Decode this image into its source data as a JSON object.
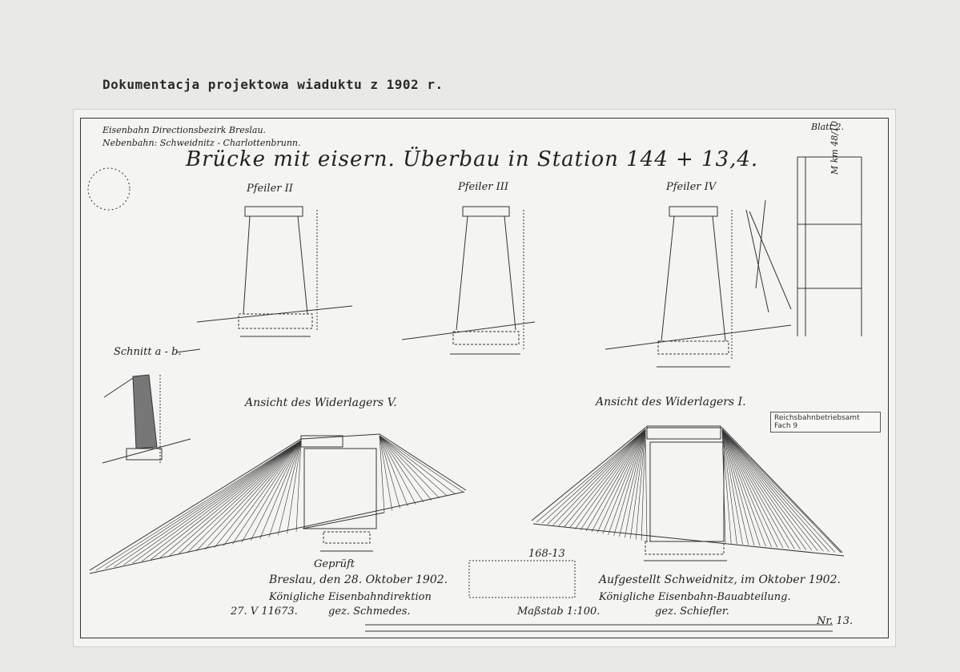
{
  "caption": "Dokumentacja projektowa wiaduktu z 1902 r.",
  "sheet": {
    "district": "Eisenbahn Directionsbezirk Breslau.",
    "line": "Nebenbahn: Schweidnitz - Charlottenbrunn.",
    "sheet_no": "Blatt 2.",
    "title": "Brücke mit eisern. Überbau in Station 144 + 13,4."
  },
  "piers": [
    {
      "label": "Pfeiler II"
    },
    {
      "label": "Pfeiler III"
    },
    {
      "label": "Pfeiler IV"
    }
  ],
  "section_label": "Schnitt a - b.",
  "abutments": [
    {
      "label": "Ansicht des Widerlagers V."
    },
    {
      "label": "Ansicht des Widerlagers I."
    }
  ],
  "footer_left": {
    "checked": "Geprüft",
    "place_date": "Breslau, den 28. Oktober 1902.",
    "office": "Königliche Eisenbahndirektion",
    "signed": "gez. Schmedes.",
    "ref": "27. V 11673."
  },
  "footer_right": {
    "prepared": "Aufgestellt Schweidnitz, im Oktober 1902.",
    "office": "Königliche Eisenbahn-Bauabteilung.",
    "signed": "gez. Schiefler."
  },
  "scale": "Maßstab 1:100.",
  "center_note": "168-13",
  "stamp_right": {
    "line1": "Reichsbahnbetriebsamt",
    "line2": "Fach 9"
  },
  "archive_note": "Nr. 13.",
  "margin_note": "M km 48/10"
}
